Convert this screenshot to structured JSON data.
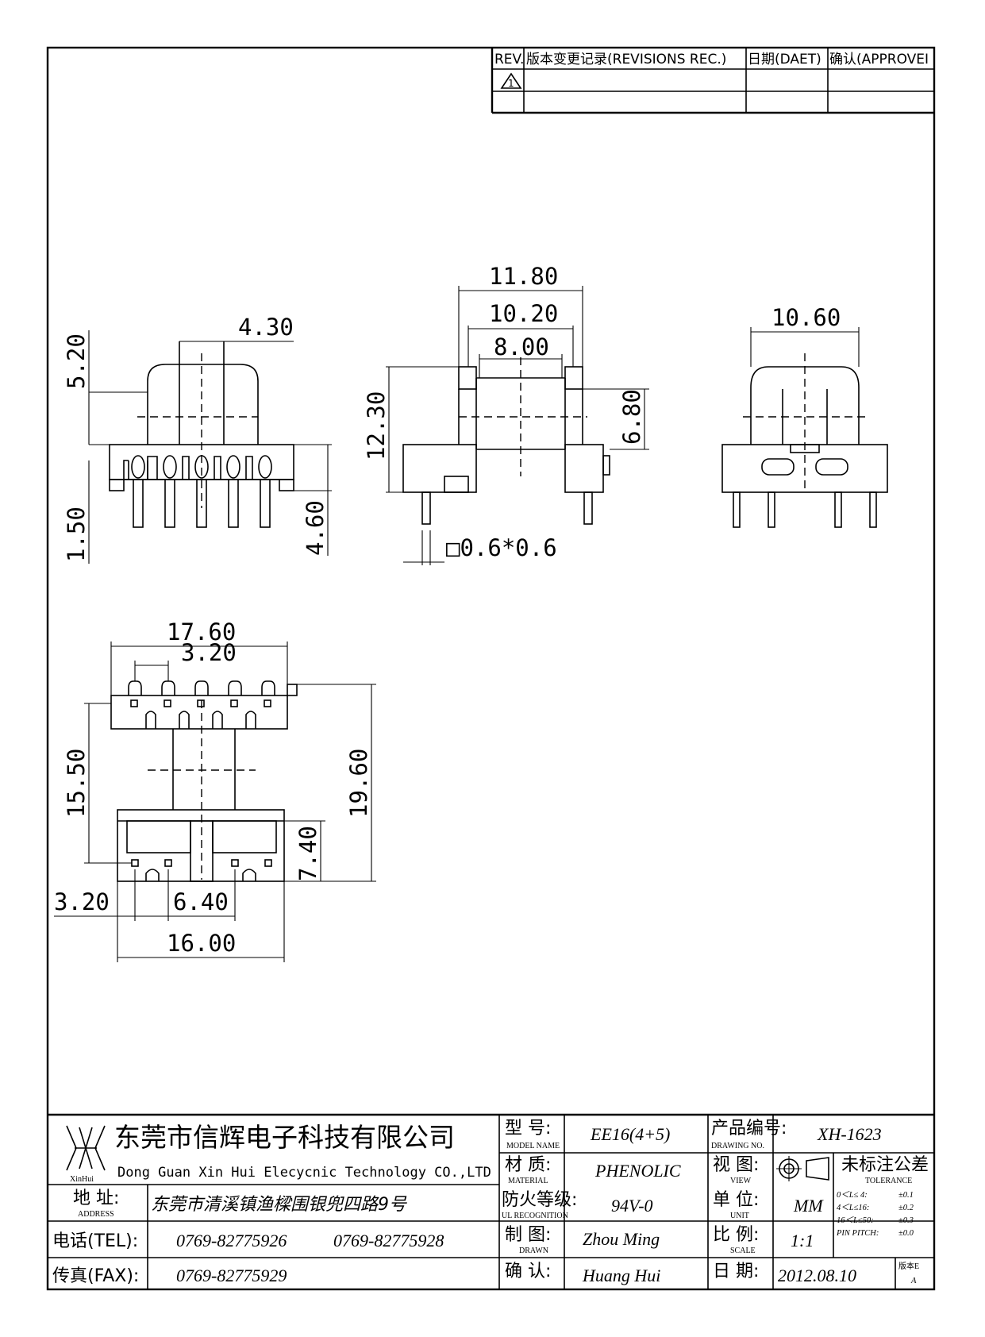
{
  "revisions": {
    "headers": [
      "REV.",
      "版本变更记录(REVISIONS REC.)",
      "日期(DAET)",
      "确认(APPROVEI"
    ],
    "rev_mark": "1"
  },
  "dimensions": {
    "top_left": {
      "width_430": "4.30",
      "height_520": "5.20",
      "pin_150": "1.50",
      "height_460": "4.60"
    },
    "top_mid": {
      "width_1180": "11.80",
      "width_1020": "10.20",
      "width_800": "8.00",
      "height_1230": "12.30",
      "height_680": "6.80",
      "pin_size": "□0.6*0.6"
    },
    "top_right": {
      "width_1060": "10.60"
    },
    "bottom": {
      "width_1760": "17.60",
      "pitch_320": "3.20",
      "height_1550": "15.50",
      "height_1960": "19.60",
      "height_740": "7.40",
      "offset_320": "3.20",
      "pitch_640": "6.40",
      "width_1600": "16.00"
    }
  },
  "title_block": {
    "company_cn": "东莞市信辉电子科技有限公司",
    "company_en": "Dong Guan Xin Hui Elecycnic Technology CO.,LTD",
    "logo_text": "XinHui",
    "address_label": "地 址:",
    "address_label_en": "ADDRESS",
    "address": "东莞市清溪镇渔樑围银兜四路9号",
    "tel_label": "电话(TEL):",
    "tel1": "0769-82775926",
    "tel2": "0769-82775928",
    "fax_label": "传真(FAX):",
    "fax": "0769-82775929",
    "model_label": "型 号:",
    "model_label_en": "MODEL NAME",
    "model": "EE16(4+5)",
    "material_label": "材 质:",
    "material_label_en": "MATERIAL",
    "material": "PHENOLIC",
    "fire_label": "防火等级:",
    "fire_label_en": "UL RECOGNITION",
    "fire": "94V-0",
    "drawn_label": "制 图:",
    "drawn_label_en": "DRAWN",
    "drawn": "Zhou Ming",
    "confirm_label": "确 认:",
    "confirm": "Huang Hui",
    "drawing_no_label": "产品编号:",
    "drawing_no_label_en": "DRAWING NO.",
    "drawing_no": "XH-1623",
    "view_label": "视 图:",
    "view_label_en": "VIEW",
    "unit_label": "单 位:",
    "unit_label_en": "UNIT",
    "unit": "MM",
    "scale_label": "比 例:",
    "scale_label_en": "SCALE",
    "scale": "1:1",
    "date_label": "日 期:",
    "date": "2012.08.10",
    "tolerance_label": "未标注公差",
    "tolerance_label_en": "TOLERANCE",
    "tolerances": [
      {
        "range": "0＜L≤ 4:",
        "value": "±0.1"
      },
      {
        "range": "4＜L≤16:",
        "value": "±0.2"
      },
      {
        "range": "16＜L≤50:",
        "value": "±0.3"
      },
      {
        "range": "PIN PITCH:",
        "value": "±0.0"
      }
    ],
    "version_label": "版本E",
    "version": "A"
  }
}
